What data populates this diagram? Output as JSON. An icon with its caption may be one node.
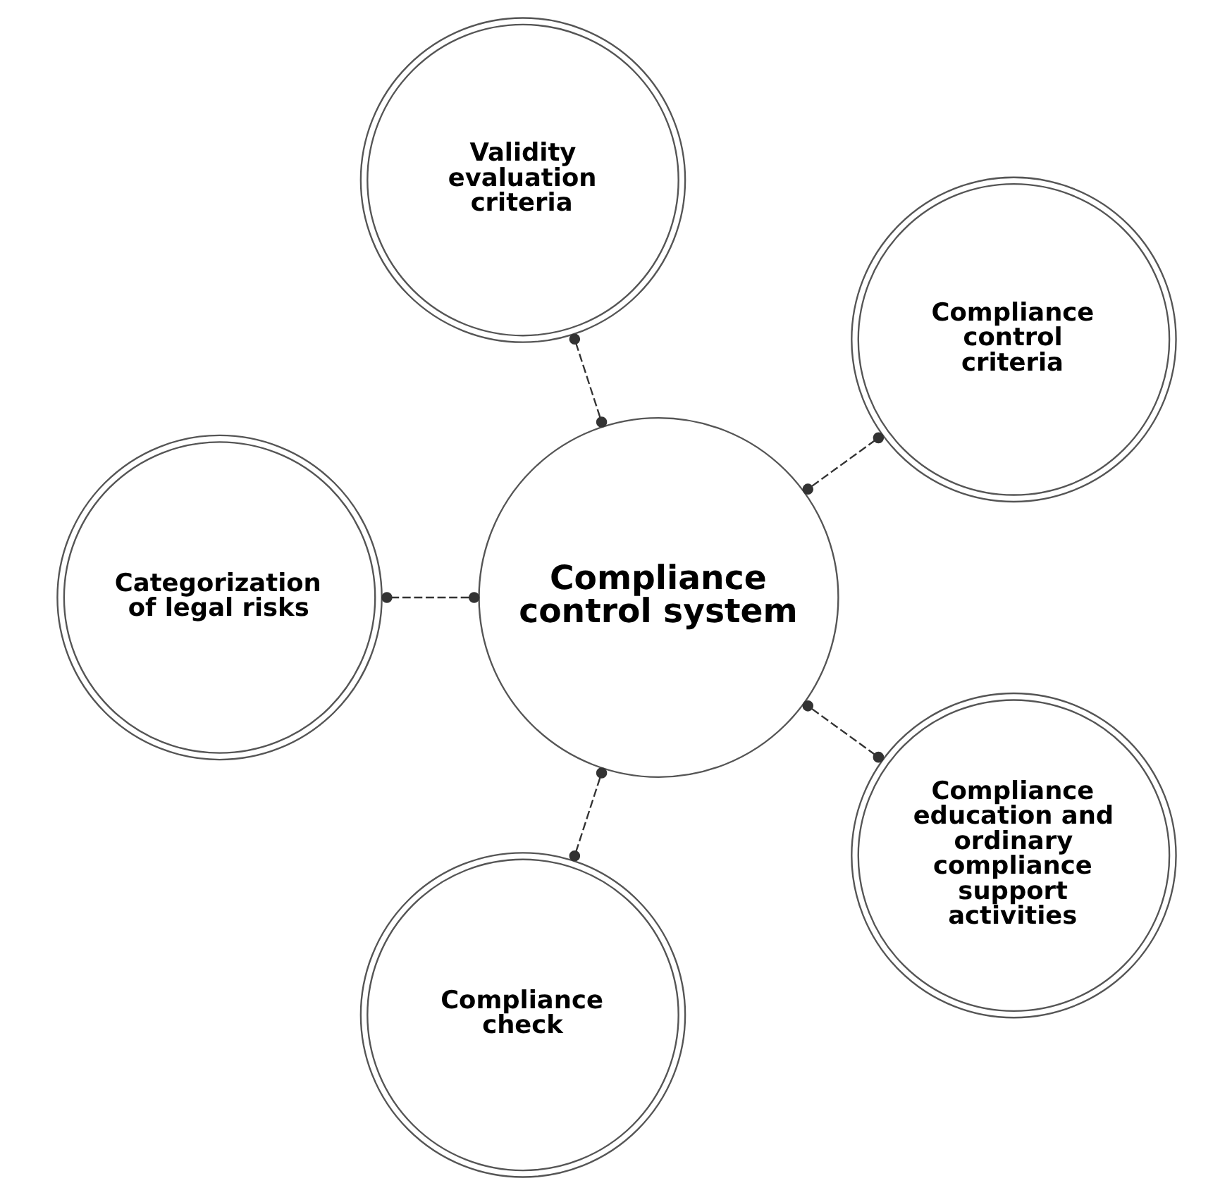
{
  "diagram": {
    "nodes": [
      {
        "text": [
          "Compliance control criteria"
        ]
      },
      {
        "text": [
          "Validity evaluation criteria"
        ]
      },
      {
        "text": [
          "Categorization of legal risks"
        ]
      },
      {
        "text": [
          "Compliance control system"
        ]
      },
      {
        "text": [
          "Compliance check"
        ]
      },
      {
        "text": [
          "Compliance education and ordinary compliance support activities"
        ]
      }
    ],
    "edges": [
      {
        "from": 3,
        "to": 0,
        "arrow": "other",
        "style": "dashed"
      },
      {
        "from": 3,
        "to": 1,
        "arrow": "other",
        "style": "dashed"
      },
      {
        "from": 3,
        "to": 2,
        "arrow": "other",
        "style": "dashed"
      },
      {
        "from": 3,
        "to": 4,
        "arrow": "other",
        "style": "dashed"
      },
      {
        "from": 3,
        "to": 5,
        "arrow": "other",
        "style": "dashed"
      }
    ]
  }
}
